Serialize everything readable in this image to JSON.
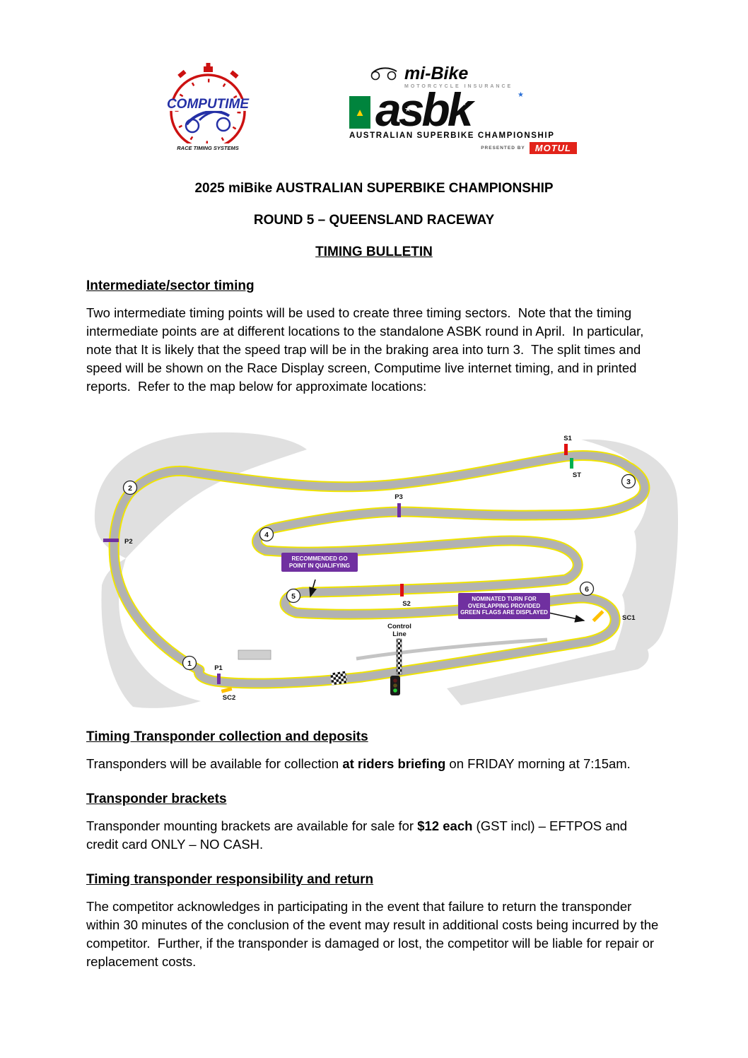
{
  "logos": {
    "computime": {
      "name": "COMPUTIME",
      "tagline": "RACE TIMING SYSTEMS"
    },
    "asbk": {
      "mibike": "mi-Bike",
      "mibike_sub": "MOTORCYCLE INSURANCE",
      "wordmark": "asbk",
      "series": "AUSTRALIAN SUPERBIKE CHAMPIONSHIP",
      "presented_by": "PRESENTED BY",
      "sponsor": "MOTUL"
    }
  },
  "titles": {
    "line1": "2025 miBike AUSTRALIAN SUPERBIKE CHAMPIONSHIP",
    "line2": "ROUND 5 – QUEENSLAND RACEWAY",
    "line3": "TIMING BULLETIN"
  },
  "sections": {
    "sector_timing": {
      "heading": "Intermediate/sector timing",
      "body": "Two intermediate timing points will be used to create three timing sectors.  Note that the timing intermediate points are at different locations to the standalone ASBK round in April.  In particular, note that It is likely that the speed trap will be in the braking area into turn 3.  The split times and speed will be shown on the Race Display screen, Computime live internet timing, and in printed reports.  Refer to the map below for approximate locations:"
    },
    "collection": {
      "heading": "Timing Transponder collection and deposits",
      "body_pre": "Transponders will be available for collection ",
      "body_bold": "at riders briefing",
      "body_post": " on FRIDAY morning at 7:15am."
    },
    "brackets": {
      "heading": "Transponder brackets",
      "body_pre": "Transponder mounting brackets are available for sale for ",
      "body_bold": "$12 each",
      "body_post": " (GST incl) – EFTPOS and credit card ONLY – NO CASH."
    },
    "responsibility": {
      "heading": "Timing transponder responsibility and return",
      "body": "The competitor acknowledges in participating in the event that failure to return the transponder within 30 minutes of the conclusion of the event may result in additional costs being incurred by the competitor.  Further, if the transponder is damaged or lost, the competitor will be liable for repair or replacement costs."
    }
  },
  "map": {
    "turns": [
      "1",
      "2",
      "3",
      "4",
      "5",
      "6"
    ],
    "labels": {
      "s1": "S1",
      "st": "ST",
      "p3": "P3",
      "p2": "P2",
      "s2": "S2",
      "sc1": "SC1",
      "p1": "P1",
      "sc2": "SC2",
      "control_line_1": "Control",
      "control_line_2": "Line"
    },
    "annotations": {
      "go_point": "RECOMMENDED GO POINT IN QUALIFYING",
      "overlap": "NOMINATED TURN FOR OVERLAPPING PROVIDED GREEN FLAGS ARE DISPLAYED"
    },
    "colors": {
      "track": "#b2b2b2",
      "track_edge": "#f0e400",
      "runoff": "#e0e0e0",
      "marker_purple": "#7030a0",
      "marker_red": "#e01010",
      "marker_green": "#00b050",
      "marker_orange": "#ffc000"
    }
  }
}
